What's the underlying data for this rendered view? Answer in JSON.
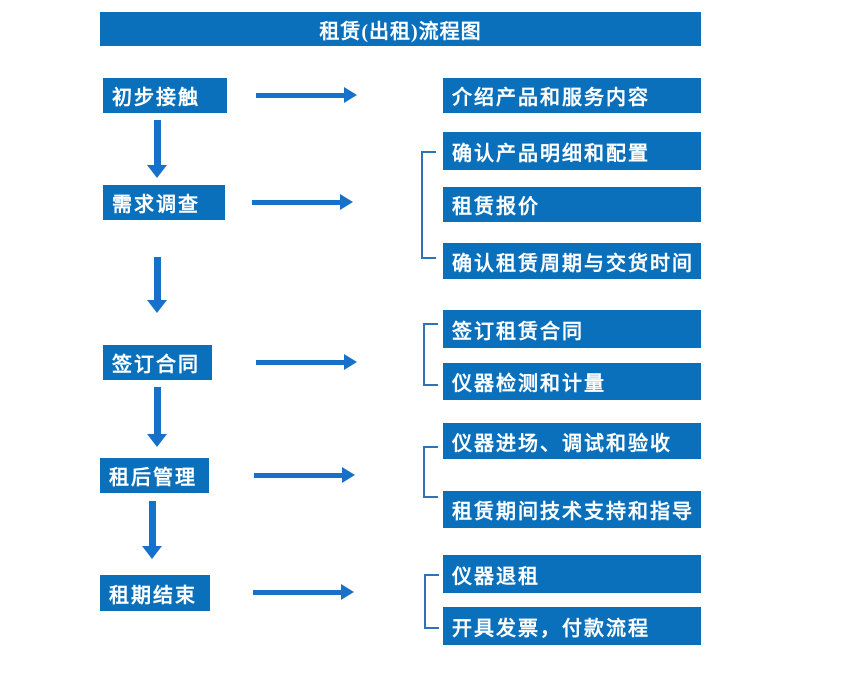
{
  "title": "租赁(出租)流程图",
  "colors": {
    "box_blue": "#0B70BC",
    "arrow_blue": "#1771C8",
    "bracket_blue": "#2E74B5",
    "text_white": "#FFFFFF",
    "background": "#FFFFFF"
  },
  "icons": {
    "down_arrow": "solid downward flow arrow",
    "right_arrow": "solid rightward flow arrow",
    "group_bracket": "left square bracket grouping detail boxes"
  },
  "steps": [
    {
      "label": "初步接触",
      "details": [
        "介绍产品和服务内容"
      ]
    },
    {
      "label": "需求调查",
      "details": [
        "确认产品明细和配置",
        "租赁报价",
        "确认租赁周期与交货时间"
      ]
    },
    {
      "label": "签订合同",
      "details": [
        "签订租赁合同",
        "仪器检测和计量"
      ]
    },
    {
      "label": "租后管理",
      "details": [
        "仪器进场、调试和验收",
        "租赁期间技术支持和指导"
      ]
    },
    {
      "label": "租期结束",
      "details": [
        "仪器退租",
        "开具发票，付款流程"
      ]
    }
  ]
}
